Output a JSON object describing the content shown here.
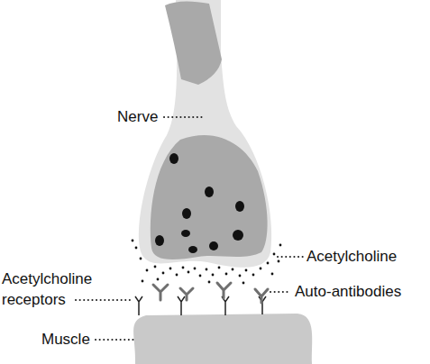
{
  "diagram": {
    "labels": [
      "Nerve",
      "Acetylcholine",
      "Acetylcholine receptors",
      "Auto-antibodies",
      "Muscle"
    ]
  }
}
